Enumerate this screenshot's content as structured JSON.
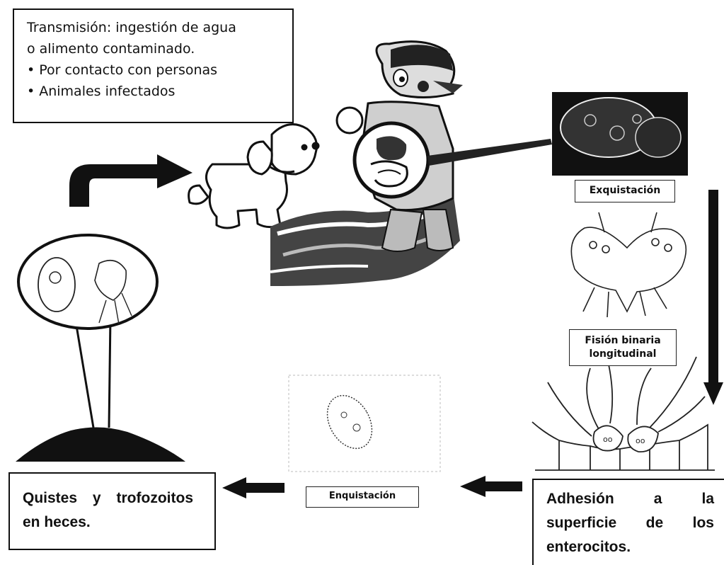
{
  "transmission": {
    "line1": "Transmisión: ingestión de agua",
    "line2": "o  alimento contaminado.",
    "bullet1": "Por contacto con personas",
    "bullet2": "Animales infectados"
  },
  "stages": {
    "exquistacion": "Exquistación",
    "fision_line1": "Fisión binaria",
    "fision_line2": "longitudinal",
    "enquistacion": "Enquistación"
  },
  "quistes": {
    "line1": "Quistes   y   trofozoitos",
    "line2": "en heces."
  },
  "adhesion": {
    "line1": "Adhesión     a     la",
    "line2": "superficie   de   los",
    "line3": "enterocitos."
  }
}
